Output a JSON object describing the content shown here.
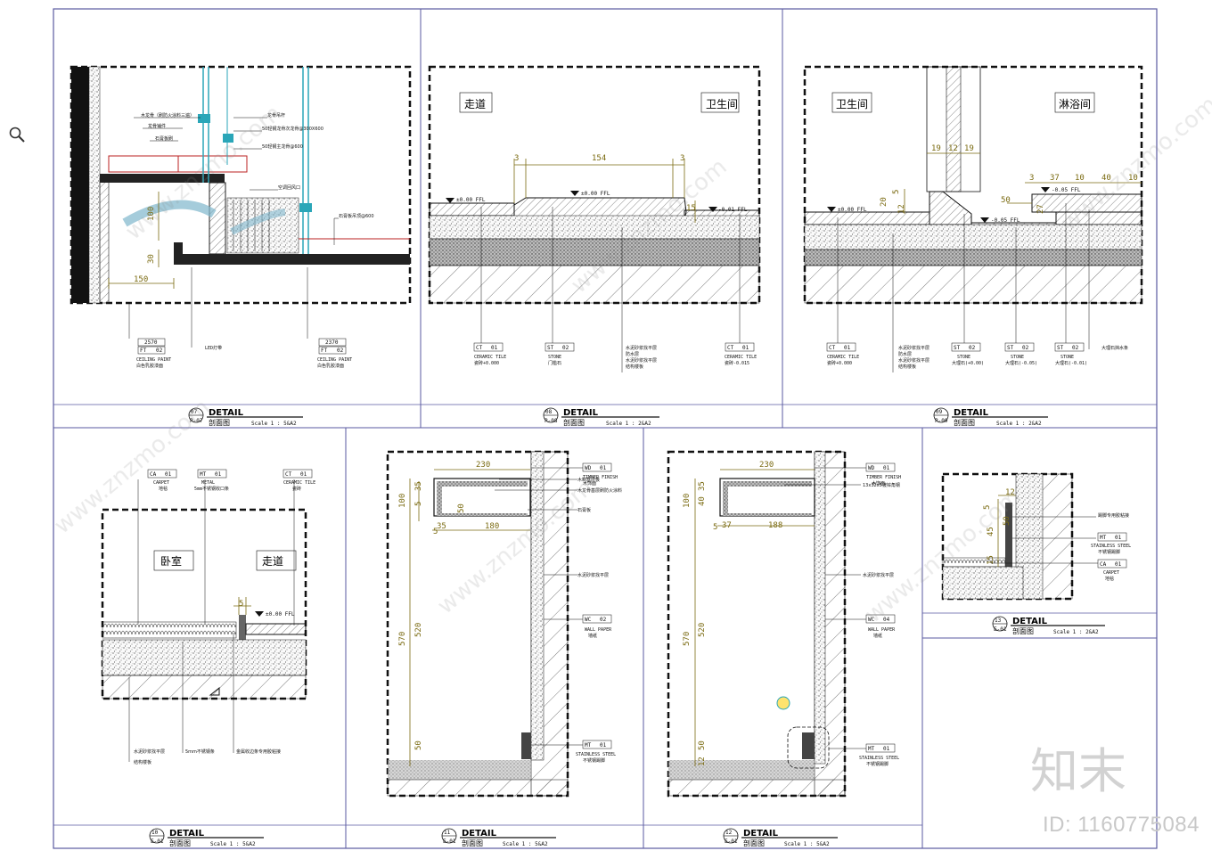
{
  "tool": {
    "zoom_icon": "magnifier-icon"
  },
  "details": [
    {
      "number": "07",
      "ref": "P-07",
      "title": "DETAIL",
      "subtitle": "剖面图",
      "scale": "Scale 1 : 5&A2",
      "dims": [
        "150",
        "100",
        "30"
      ],
      "notes": [
        "木龙骨（刷防火涂料三遍）",
        "龙骨铺件",
        "石膏板刷",
        "龙骨吊杆",
        "50轻钢龙骨次龙骨@300X600",
        "50轻钢主龙骨@600",
        "空调回风口",
        "石膏板吊顶@600"
      ],
      "bottom_tags": [
        {
          "code": "FT",
          "num": "02",
          "dim": "2570",
          "name": "CEILING PAINT",
          "cn": "白色乳胶漆面"
        },
        {
          "code": "FT",
          "num": "02",
          "dim": "2370",
          "name": "CEILING PAINT",
          "cn": "白色乳胶漆面"
        }
      ],
      "led_label": "LED灯带"
    },
    {
      "number": "08",
      "ref": "P-08",
      "title": "DETAIL",
      "subtitle": "剖面图",
      "scale": "Scale 1 : 2&A2",
      "room_left": "走道",
      "room_right": "卫生间",
      "dims": [
        "3",
        "154",
        "3",
        "15"
      ],
      "levels": [
        "±0.00 FFL",
        "±0.00 FFL",
        "-0.01 FFL"
      ],
      "tags": [
        {
          "code": "CT",
          "num": "01",
          "name": "CERAMIC TILE",
          "cn": "瓷砖+0.000"
        },
        {
          "code": "ST",
          "num": "02",
          "name": "STONE",
          "cn": "门槛石"
        },
        {
          "code": "CT",
          "num": "01",
          "name": "CERAMIC TILE",
          "cn": "瓷砖-0.015"
        }
      ],
      "notes": [
        "水泥砂浆找平层",
        "防水层",
        "水泥砂浆找平层",
        "结构楼板"
      ]
    },
    {
      "number": "09",
      "ref": "P-09",
      "title": "DETAIL",
      "subtitle": "剖面图",
      "scale": "Scale 1 : 2&A2",
      "room_left": "卫生间",
      "room_right": "淋浴间",
      "dims": [
        "19",
        "12",
        "19",
        "3",
        "37",
        "10",
        "40",
        "10",
        "50",
        "5",
        "20",
        "12",
        "27"
      ],
      "levels": [
        "±0.00 FFL",
        "-0.05 FFL",
        "-0.05 FFL"
      ],
      "tags": [
        {
          "code": "CT",
          "num": "01",
          "name": "CERAMIC TILE",
          "cn": "瓷砖+0.000"
        },
        {
          "code": "ST",
          "num": "02",
          "name": "STONE",
          "cn": "大理石(+0.00)"
        },
        {
          "code": "ST",
          "num": "02",
          "name": "STONE",
          "cn": "大理石(-0.05)"
        },
        {
          "code": "ST",
          "num": "02",
          "name": "STONE",
          "cn": "大理石(-0.01)"
        }
      ],
      "notes": [
        "水泥砂浆找平层",
        "防水层",
        "水泥砂浆找平层",
        "结构楼板"
      ],
      "drain_note": "大理石挡水条"
    },
    {
      "number": "10",
      "ref": "E-01",
      "title": "DETAIL",
      "subtitle": "剖面图",
      "scale": "Scale 1 : 5&A2",
      "room_left": "卧室",
      "room_right": "走道",
      "dims": [
        "5"
      ],
      "level": "±0.00 FFL",
      "tags": [
        {
          "code": "CA",
          "num": "01",
          "name": "CARPET",
          "cn": "地毯"
        },
        {
          "code": "MT",
          "num": "01",
          "name": "METAL",
          "cn": "5mm不锈钢收口条"
        },
        {
          "code": "CT",
          "num": "01",
          "name": "CERAMIC TILE",
          "cn": "瓷砖"
        }
      ],
      "notes": [
        "水泥砂浆找平层",
        "结构楼板",
        "5mm不锈钢条",
        "金属收边条专用胶粘接"
      ]
    },
    {
      "number": "11",
      "ref": "E-01",
      "title": "DETAIL",
      "subtitle": "剖面图",
      "scale": "Scale 1 : 5&A2",
      "dims": [
        "230",
        "100",
        "35",
        "5",
        "50",
        "35",
        "180",
        "570",
        "520",
        "50",
        "5"
      ],
      "tags": [
        {
          "code": "WD",
          "num": "01",
          "name": "TIMBER FINISH",
          "cn": "木饰面"
        },
        {
          "code": "WC",
          "num": "02",
          "name": "WALL PAPER",
          "cn": "墙纸"
        },
        {
          "code": "MT",
          "num": "01",
          "name": "STAINLESS STEEL",
          "cn": "不锈钢踢脚"
        }
      ],
      "notes": [
        "木制基层板",
        "木龙骨基层刷防火涂料",
        "石膏板",
        "水泥砂浆找平层"
      ]
    },
    {
      "number": "12",
      "ref": "E-01",
      "title": "DETAIL",
      "subtitle": "剖面图",
      "scale": "Scale 1 : 5&A2",
      "dims": [
        "230",
        "100",
        "35",
        "40",
        "5",
        "37",
        "188",
        "570",
        "520",
        "50",
        "12"
      ],
      "tags": [
        {
          "code": "WD",
          "num": "01",
          "name": "TIMBER FINISH",
          "cn": "木饰面"
        },
        {
          "code": "WC",
          "num": "04",
          "name": "WALL PAPER",
          "cn": "墙纸"
        },
        {
          "code": "MT",
          "num": "01",
          "name": "STAINLESS STEEL",
          "cn": "不锈钢踢脚"
        }
      ],
      "notes": [
        "13x32x5镀锌角钢",
        "水泥砂浆找平层"
      ]
    },
    {
      "number": "13",
      "ref": "E-01",
      "title": "DETAIL",
      "subtitle": "剖面图",
      "scale": "Scale 1 : 2&A2",
      "dims": [
        "12",
        "5",
        "50",
        "45",
        "15"
      ],
      "tags": [
        {
          "code": "MT",
          "num": "01",
          "name": "STAINLESS STEEL",
          "cn": "不锈钢踢脚"
        },
        {
          "code": "CA",
          "num": "01",
          "name": "CARPET",
          "cn": "地毯"
        }
      ],
      "notes": [
        "踢脚专用胶粘接"
      ]
    }
  ],
  "watermark": {
    "site": "www.znzmo.com",
    "logo": "知末",
    "id": "ID: 1160775084"
  }
}
